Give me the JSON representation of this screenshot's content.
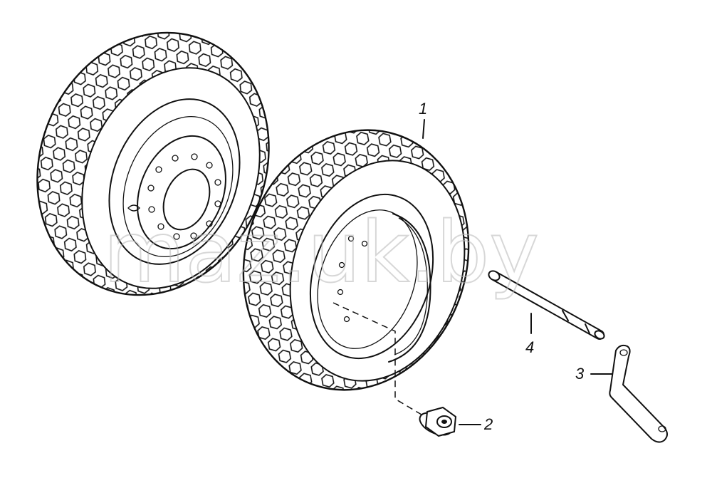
{
  "watermark": "maz.uk.by",
  "callouts": [
    {
      "id": "1",
      "label": "1"
    },
    {
      "id": "2",
      "label": "2"
    },
    {
      "id": "3",
      "label": "3"
    },
    {
      "id": "4",
      "label": "4"
    }
  ]
}
